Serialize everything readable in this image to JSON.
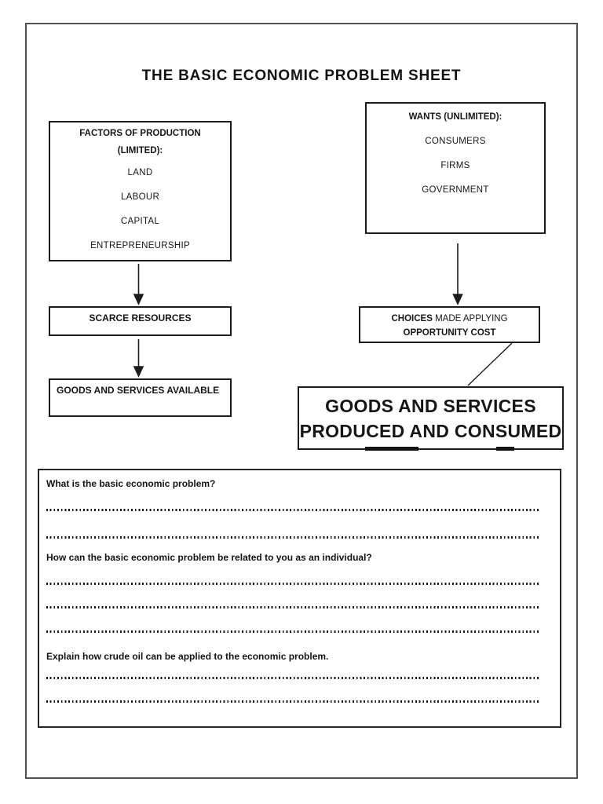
{
  "page": {
    "title": "THE BASIC ECONOMIC PROBLEM SHEET"
  },
  "diagram": {
    "factors_box": {
      "heading_line1": "FACTORS OF PRODUCTION",
      "heading_line2": "(LIMITED):",
      "items": [
        "LAND",
        "LABOUR",
        "CAPITAL",
        "ENTREPRENEURSHIP"
      ]
    },
    "wants_box": {
      "heading": "WANTS (UNLIMITED):",
      "items": [
        "CONSUMERS",
        "FIRMS",
        "GOVERNMENT"
      ]
    },
    "scarce_box": {
      "label": "SCARCE RESOURCES"
    },
    "goods_available_box": {
      "label": "GOODS AND SERVICES AVAILABLE"
    },
    "choices_box": {
      "line1_bold": "CHOICES",
      "line1_rest": " MADE APPLYING",
      "line2": "OPPORTUNITY COST"
    },
    "produced_box": {
      "line1": "GOODS AND SERVICES",
      "line2": "PRODUCED AND CONSUMED"
    }
  },
  "questions": {
    "q1": "What is the basic economic problem?",
    "q2": "How can the basic economic problem be related to you as an individual?",
    "q3": "Explain how crude oil can be applied to the economic problem."
  },
  "colors": {
    "box_border": "#1c1c1c",
    "page_frame_border": "#515151",
    "text": "#161616"
  }
}
